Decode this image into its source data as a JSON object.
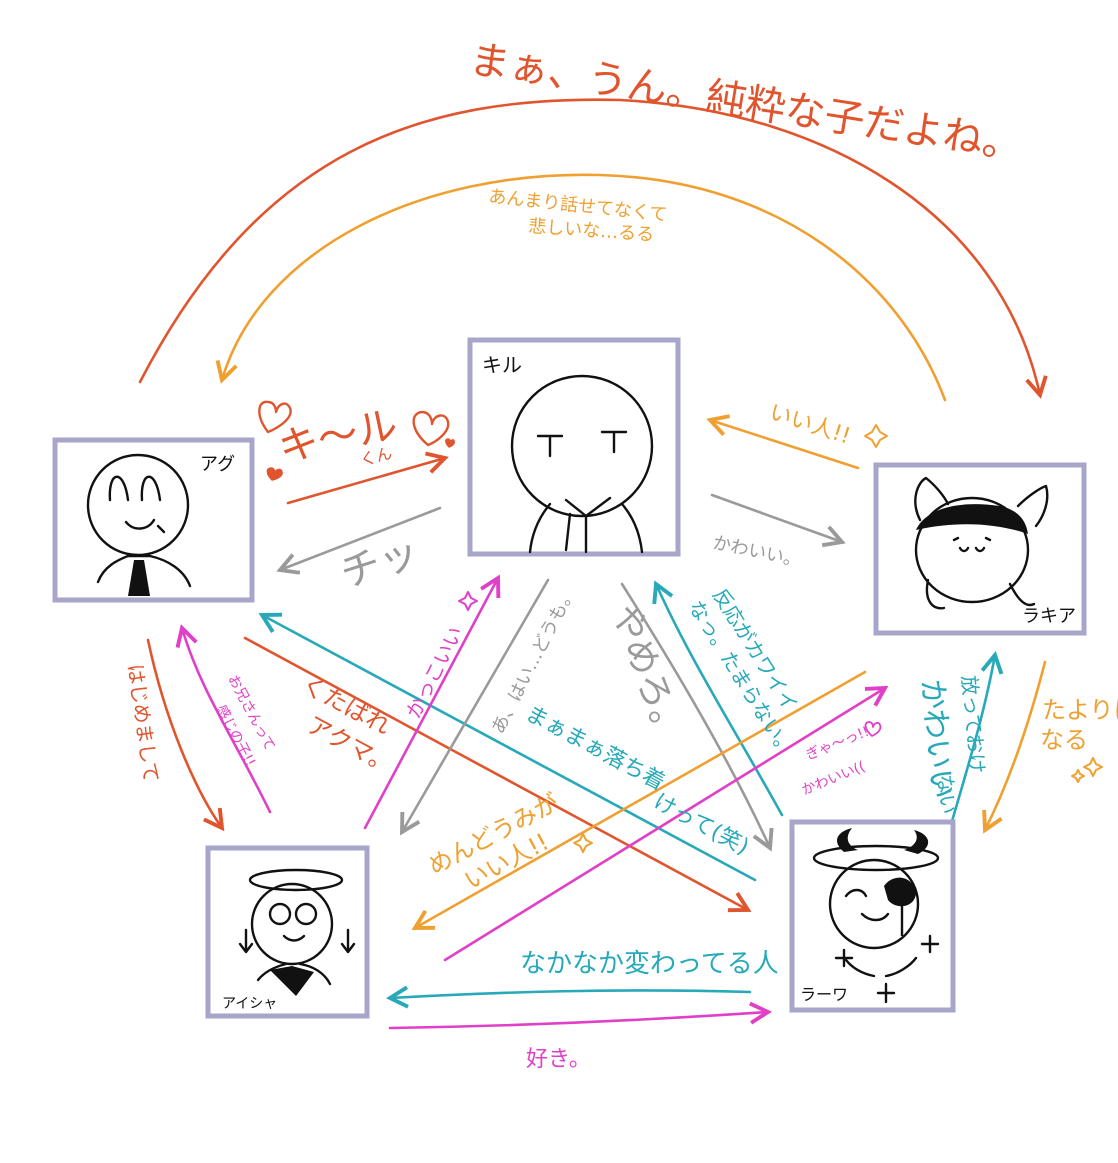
{
  "colors": {
    "red": "#e0552e",
    "orange": "#f0a030",
    "gray": "#9a9a9a",
    "magenta": "#e040c8",
    "teal": "#27a9b9",
    "box_border": "#a7a5c9"
  },
  "characters": {
    "kiru": "キル",
    "agu": "アグ",
    "rakia": "ラキア",
    "aisha": "アイシャ",
    "rakwa": "ラーワ"
  },
  "labels": {
    "top_arc": "まぁ、うん。純粋な子だよね。",
    "orange_arc_line1": "あんまり話せてなくて",
    "orange_arc_line2": "悲しいな…るる",
    "agu_to_kiru": "キ〜ル",
    "agu_to_kiru_sub": "くん",
    "kiru_to_agu": "チッ",
    "rakia_to_kiru": "いい人!!",
    "kiru_to_rakia": "かわいい。",
    "agu_to_aisha": "はじめまして",
    "aisha_to_agu_line1": "お兄さんって",
    "aisha_to_agu_line2": "感じの子!!",
    "agu_to_rakwa_line1": "くたばれ",
    "agu_to_rakwa_line2": "アクマ。",
    "aisha_to_kiru": "かっこいい",
    "kiru_to_aisha": "あ、はい…どうも。",
    "kiru_to_rakwa": "やめろ。",
    "rakwa_to_kiru_line1": "反応がカワイイ",
    "rakwa_to_kiru_line2": "なっ。たまらない。",
    "rakwa_to_agu_line1": "まぁまぁ落ち着",
    "rakwa_to_agu_line2": "けって(笑)",
    "rakia_to_aisha_line1": "めんどうみが",
    "rakia_to_aisha_line2": "いい人!!",
    "aisha_to_rakia_line1": "ぎゃ〜っ!!",
    "aisha_to_rakia_line2": "かわいい((",
    "rakia_to_rakwa_line1": "たよりに",
    "rakia_to_rakwa_line2": "なる",
    "rakwa_to_rakia_a": "かわいい",
    "rakwa_to_rakia_b_line1": "放っておけ",
    "rakwa_to_rakia_b_line2": "ない",
    "rakwa_to_aisha": "なかなか変わってる人",
    "aisha_to_rakwa": "好き。"
  }
}
